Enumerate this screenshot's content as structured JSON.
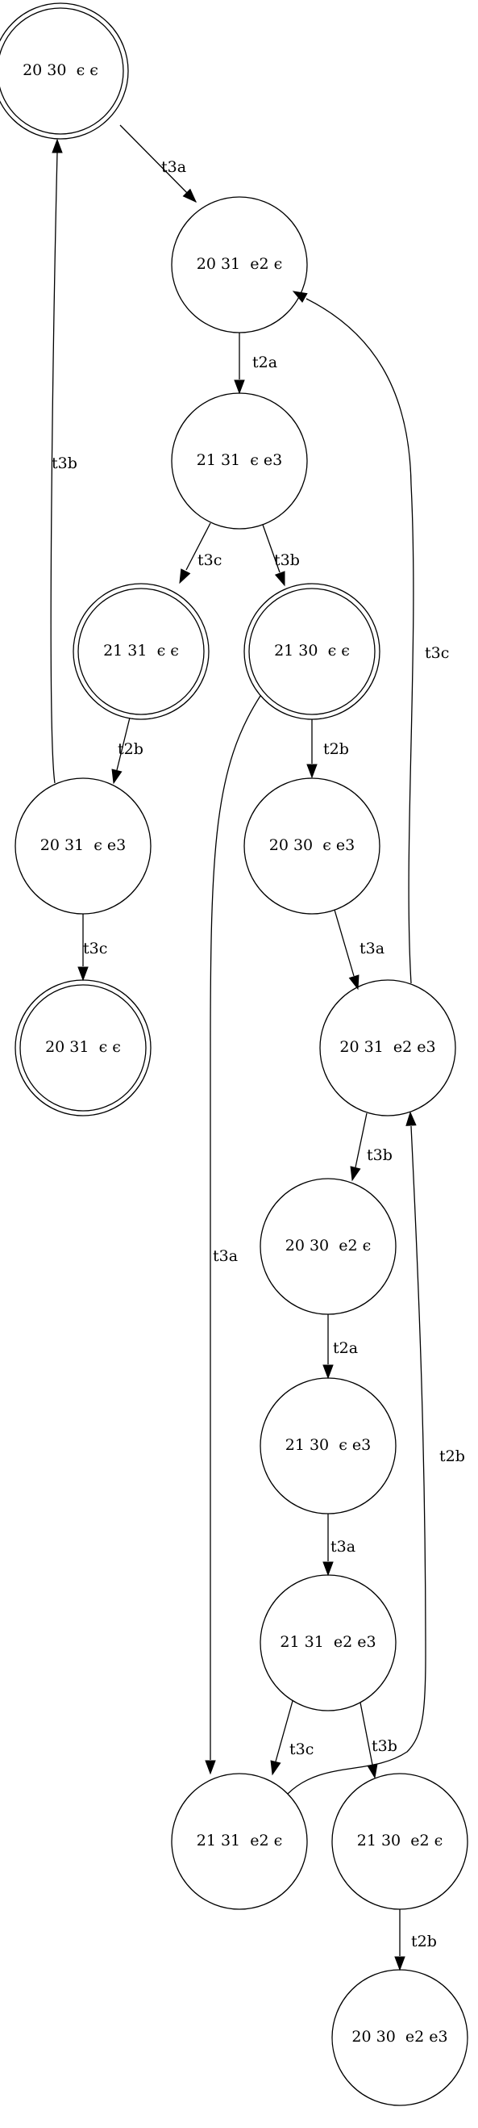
{
  "nodes": [
    {
      "id": "n1",
      "label": "20 30  ϵ ϵ",
      "final": true
    },
    {
      "id": "n2",
      "label": "20 31  e2 ϵ",
      "final": false
    },
    {
      "id": "n3",
      "label": "21 31  ϵ e3",
      "final": false
    },
    {
      "id": "n4",
      "label": "21 31  ϵ ϵ",
      "final": true
    },
    {
      "id": "n5",
      "label": "21 30  ϵ ϵ",
      "final": true
    },
    {
      "id": "n6",
      "label": "20 31  ϵ e3",
      "final": false
    },
    {
      "id": "n7",
      "label": "20 30  ϵ e3",
      "final": false
    },
    {
      "id": "n8",
      "label": "20 31  ϵ ϵ",
      "final": true
    },
    {
      "id": "n9",
      "label": "20 31  e2 e3",
      "final": false
    },
    {
      "id": "n10",
      "label": "20 30  e2 ϵ",
      "final": false
    },
    {
      "id": "n11",
      "label": "21 30  ϵ e3",
      "final": false
    },
    {
      "id": "n12",
      "label": "21 31  e2 e3",
      "final": false
    },
    {
      "id": "n13",
      "label": "21 31  e2 ϵ",
      "final": false
    },
    {
      "id": "n14",
      "label": "21 30  e2 ϵ",
      "final": false
    },
    {
      "id": "n15",
      "label": "20 30  e2 e3",
      "final": false
    }
  ],
  "edges": [
    {
      "from": "n1",
      "to": "n2",
      "label": "t3a"
    },
    {
      "from": "n2",
      "to": "n3",
      "label": "t2a"
    },
    {
      "from": "n3",
      "to": "n4",
      "label": "t3c"
    },
    {
      "from": "n3",
      "to": "n5",
      "label": "t3b"
    },
    {
      "from": "n4",
      "to": "n6",
      "label": "t2b"
    },
    {
      "from": "n6",
      "to": "n1",
      "label": "t3b"
    },
    {
      "from": "n6",
      "to": "n8",
      "label": "t3c"
    },
    {
      "from": "n5",
      "to": "n7",
      "label": "t2b"
    },
    {
      "from": "n5",
      "to": "n13",
      "label": "t3a"
    },
    {
      "from": "n7",
      "to": "n9",
      "label": "t3a"
    },
    {
      "from": "n9",
      "to": "n2",
      "label": "t3c"
    },
    {
      "from": "n9",
      "to": "n10",
      "label": "t3b"
    },
    {
      "from": "n10",
      "to": "n11",
      "label": "t2a"
    },
    {
      "from": "n11",
      "to": "n12",
      "label": "t3a"
    },
    {
      "from": "n12",
      "to": "n13",
      "label": "t3c"
    },
    {
      "from": "n12",
      "to": "n14",
      "label": "t3b"
    },
    {
      "from": "n13",
      "to": "n9",
      "label": "t2b"
    },
    {
      "from": "n14",
      "to": "n15",
      "label": "t2b"
    }
  ]
}
